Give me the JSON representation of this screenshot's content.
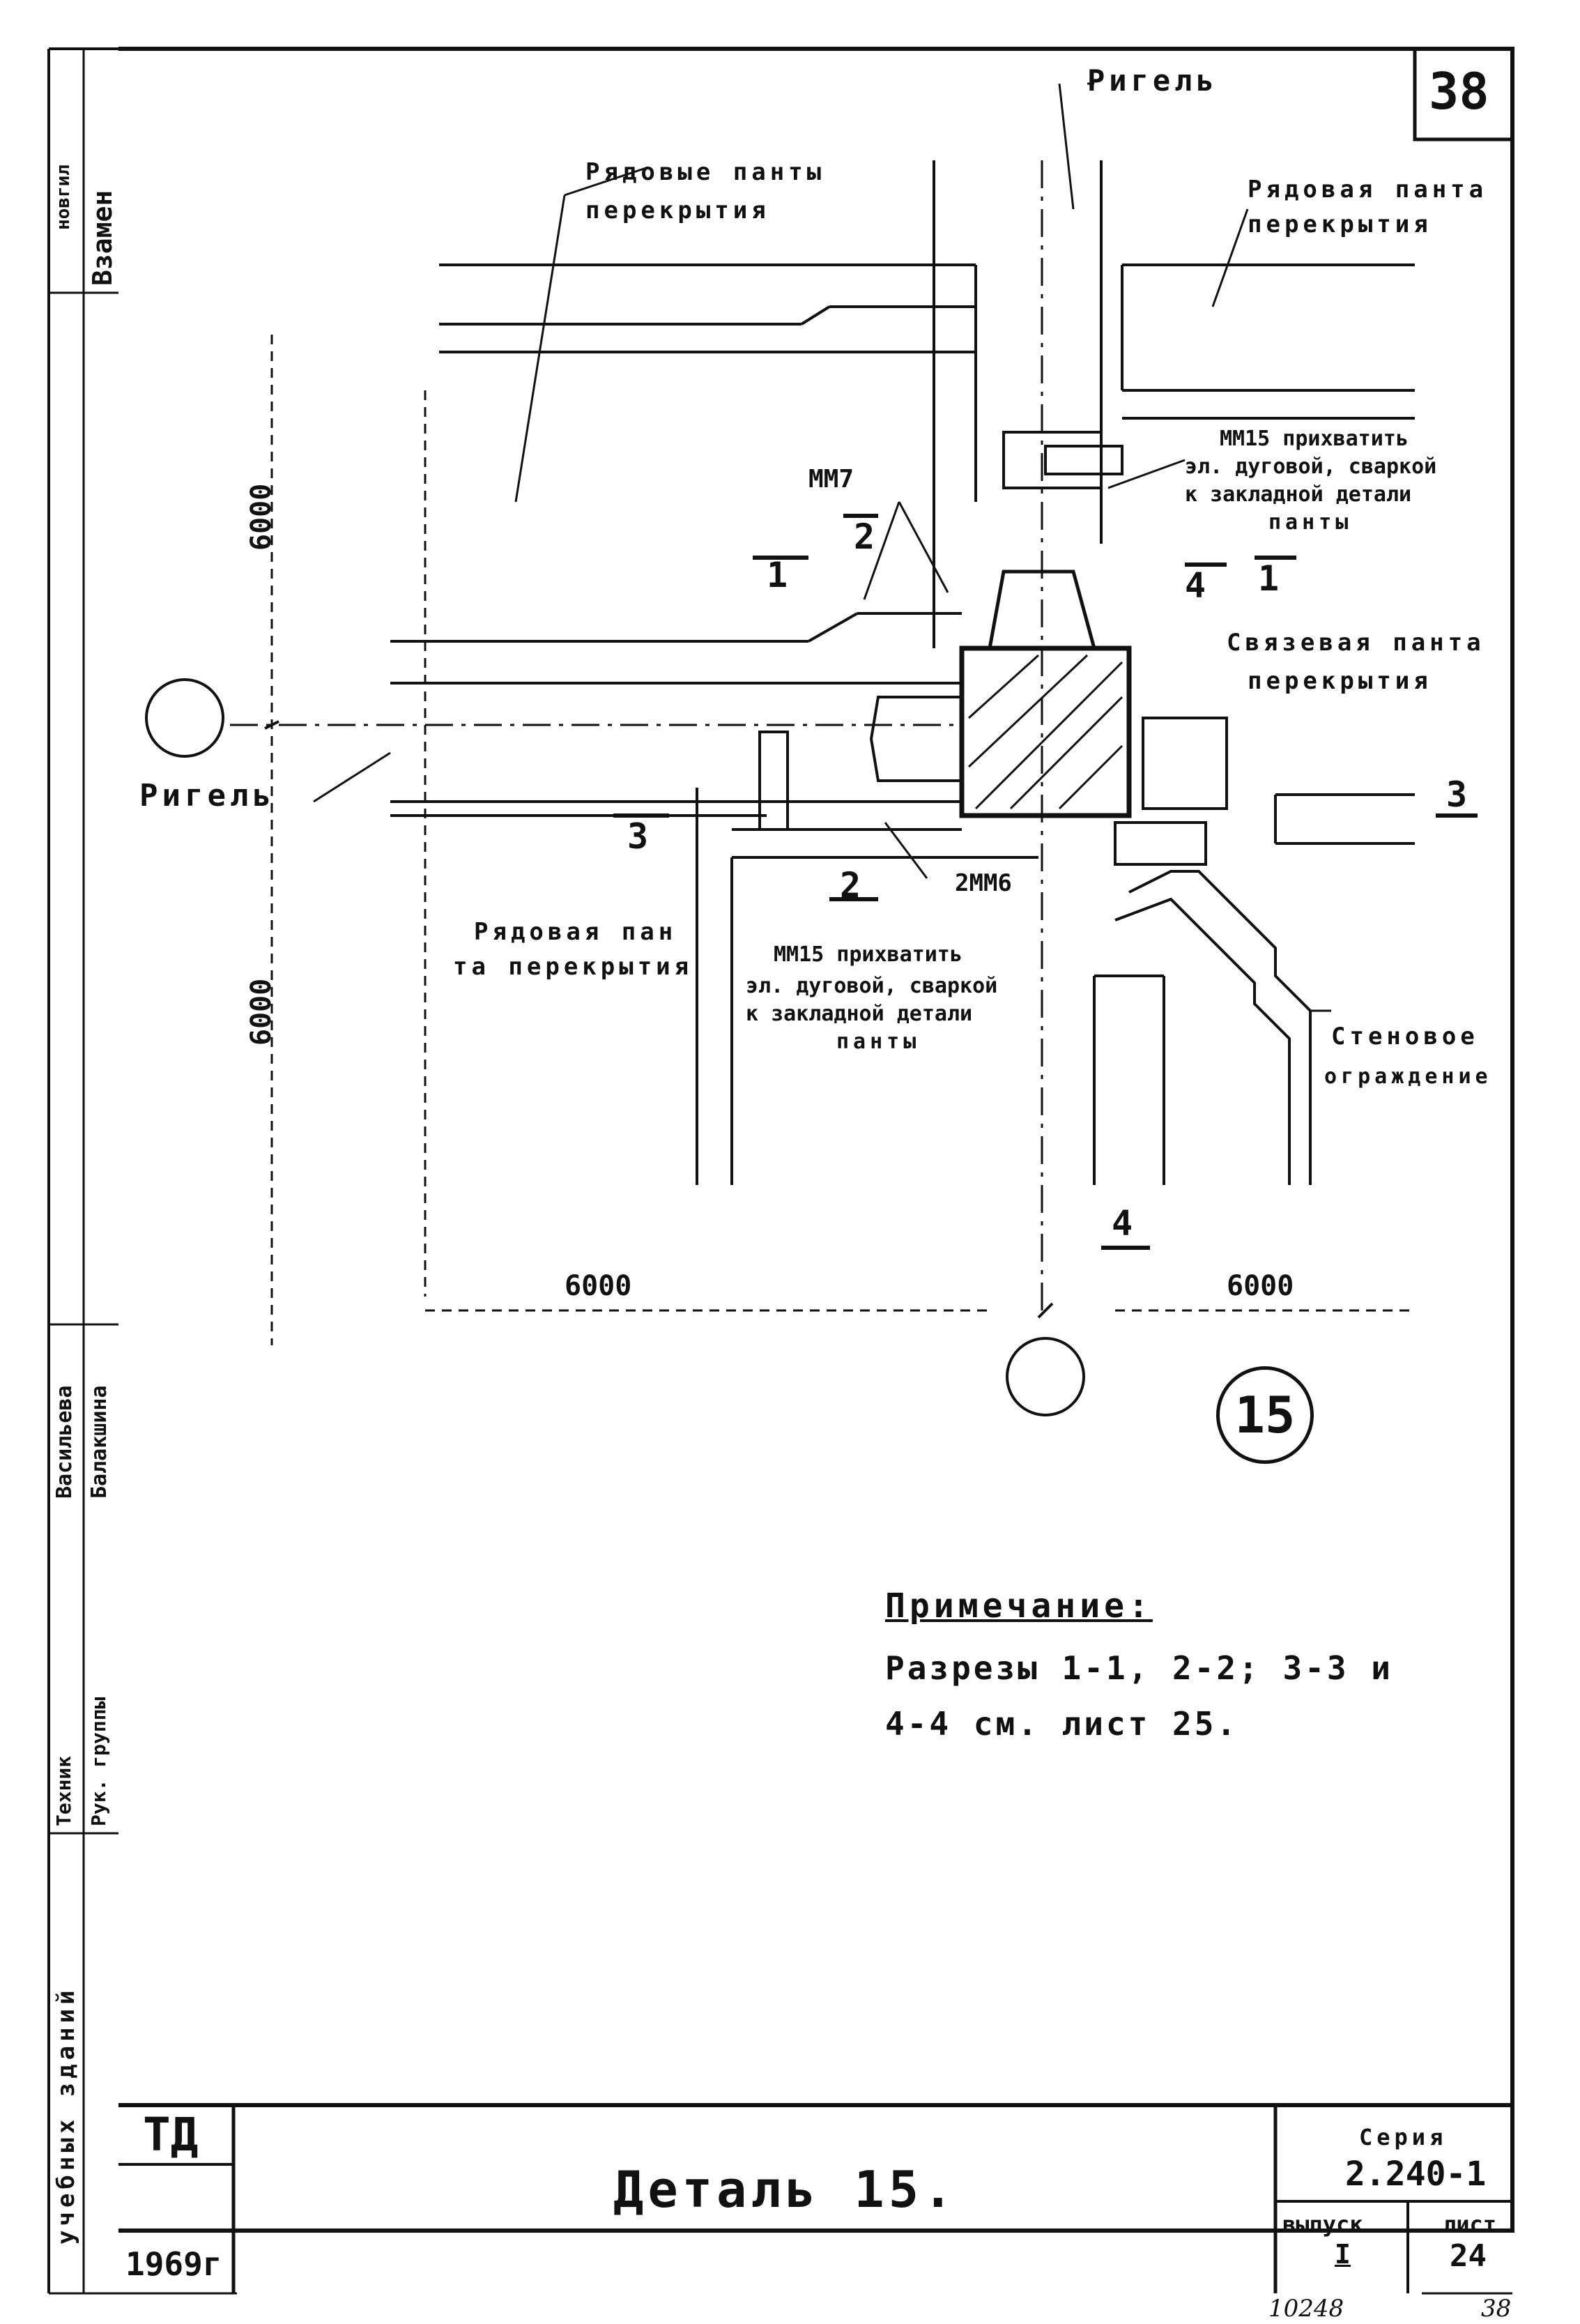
{
  "sheet_number": "38",
  "top_labels": {
    "rigel_top": "Ригель",
    "rigel_left": "Ригель",
    "slabs_top_left": [
      "Рядовые панты",
      "перекрытия"
    ],
    "slab_top_right": [
      "Рядовая панта",
      "перекрытия"
    ],
    "slab_bottom_left": [
      "Рядовая пан",
      "та перекрытия"
    ],
    "tie_slab": [
      "Связевая панта",
      "перекрытия"
    ],
    "wall": [
      "Стеновое",
      "ограждение"
    ]
  },
  "notes": {
    "mm7": "ММ7",
    "mm15_top": [
      "ММ15 прихватить",
      "эл. дуговой, сваркой",
      "к закладной детали",
      "панты"
    ],
    "mm15_bottom": [
      "ММ15 прихватить",
      "эл. дуговой, сваркой",
      "к закладной детали",
      "панты"
    ],
    "mm6": "2ММ6"
  },
  "section_marks": [
    "1",
    "1",
    "2",
    "2",
    "3",
    "3",
    "4",
    "4"
  ],
  "dimensions": {
    "left_upper": "6000",
    "left_lower": "6000",
    "bottom_left": "6000",
    "bottom_right": "6000"
  },
  "detail_mark": "15",
  "remark": {
    "title": "Примечание:",
    "line1": "Разрезы 1-1, 2-2; 3-3 и",
    "line2": "4-4  см. лист 25."
  },
  "left_strip": {
    "top_words": [
      "новгил",
      "Взамен"
    ],
    "names": [
      "Балакшина",
      "Васильева"
    ],
    "roles": [
      "Рук. группы",
      "Техник"
    ],
    "bottom_words": "учебных зданий"
  },
  "title_block": {
    "org": "ТД",
    "year": "1969г",
    "title": "Деталь 15.",
    "series_label": "Серия",
    "series_value": "2.240-1",
    "issue_label": "выпуск",
    "issue_value": "I",
    "sheet_label": "лист",
    "sheet_value": "24"
  },
  "footer": {
    "inventory": "10248",
    "page": "38"
  }
}
